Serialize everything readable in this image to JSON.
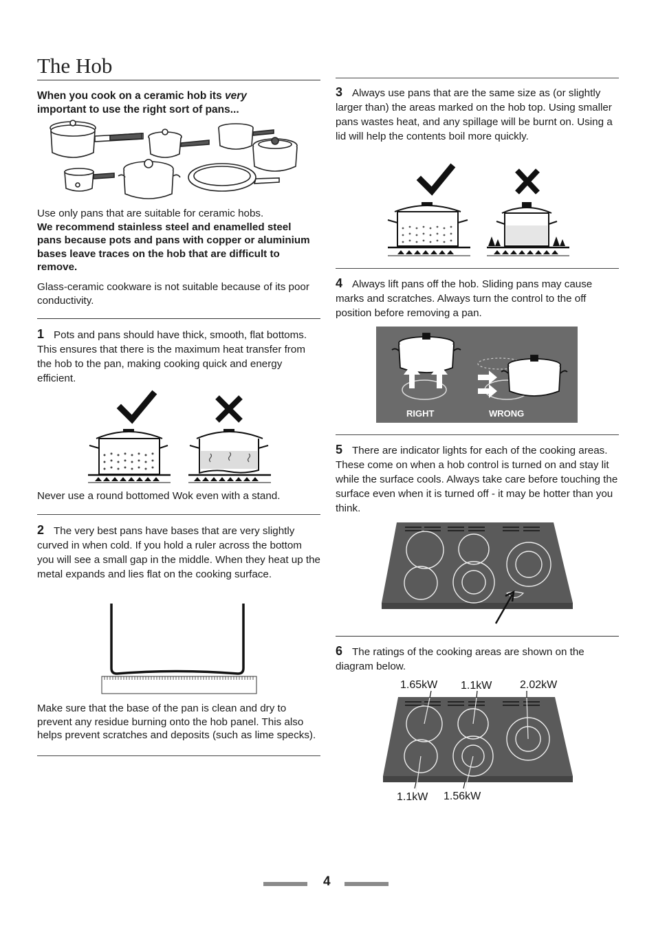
{
  "page": {
    "title": "The Hob",
    "page_number": "4"
  },
  "left": {
    "intro": {
      "lead": "When you cook on a ceramic hob its ",
      "emph": "very",
      "rest": "important to use the right sort of pans..."
    },
    "suitable": {
      "plain": "Use only pans that are suitable for ceramic hobs.",
      "bold": "We recommend stainless steel and enamelled steel pans because pots and pans with copper or aluminium bases leave traces on the hob that are difficult to remove."
    },
    "glass": "Glass-ceramic cookware is not suitable because of its poor conductivity.",
    "step1": {
      "num": "1",
      "text": "Pots and pans should have thick, smooth, flat bottoms. This ensures that there is the maximum heat transfer from the hob to the pan, making cooking quick and energy efficient."
    },
    "wok": "Never use a round bottomed Wok even with a stand.",
    "step2": {
      "num": "2",
      "text": "The very best pans have bases that are very slightly curved in when cold. If you hold a ruler across the bottom you will see a small gap in the middle. When they heat up the metal expands and lies flat on the cooking surface."
    },
    "clean": "Make sure that the base of the pan is clean and dry to prevent any residue burning onto the hob panel. This also helps prevent scratches and deposits (such as lime specks)."
  },
  "right": {
    "step3": {
      "num": "3",
      "text": "Always use pans that are the same size as (or slightly larger than) the areas marked on the hob top. Using smaller pans wastes heat, and any spillage will be burnt on. Using a lid will help the contents boil more quickly."
    },
    "step4": {
      "num": "4",
      "text": "Always lift pans off the hob. Sliding pans may cause marks and scratches. Always turn the control to the off position before removing a pan."
    },
    "lift_labels": {
      "right": "RIGHT",
      "wrong": "WRONG"
    },
    "step5": {
      "num": "5",
      "text": "There are indicator lights for each of the cooking areas. These come on when a hob control is turned on and stay lit while the surface cools. Always take care before touching the surface even when it is turned off - it may be hotter than you think."
    },
    "step6": {
      "num": "6",
      "text": "The ratings of the cooking areas are shown on the diagram below."
    },
    "ratings": {
      "top_left": "1.65kW",
      "top_mid": "1.1kW",
      "top_right": "2.02kW",
      "bottom_left": "1.1kW",
      "bottom_mid": "1.56kW"
    }
  },
  "colors": {
    "hob": "#5a5a5a",
    "hob_dark": "#444444",
    "lift_bg": "#6b6b6b",
    "rule": "#333333",
    "footer": "#8a8a8a"
  }
}
